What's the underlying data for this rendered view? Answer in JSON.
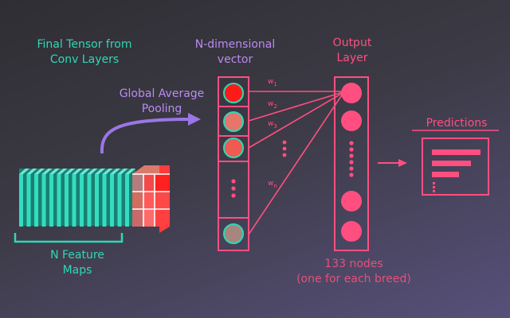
{
  "labels": {
    "tensor_title_line1": "Final Tensor from",
    "tensor_title_line2": "Conv Layers",
    "vector_title_line1": "N-dimensional",
    "vector_title_line2": "vector",
    "output_title_line1": "Output",
    "output_title_line2": "Layer",
    "pooling_line1": "Global Average",
    "pooling_line2": "Pooling",
    "feature_maps_line1": "N Feature",
    "feature_maps_line2": "Maps",
    "nodes_line1": "133 nodes",
    "nodes_line2": "(one for each breed)",
    "predictions": "Predictions"
  },
  "weights": [
    {
      "base": "w",
      "sub": "1"
    },
    {
      "base": "w",
      "sub": "2"
    },
    {
      "base": "w",
      "sub": "3"
    },
    {
      "base": "w",
      "sub": "n"
    }
  ],
  "colors": {
    "teal": "#2ed8b6",
    "purple": "#9a76e6",
    "pink": "#ff4f80",
    "red_node": "#ff1a1a"
  }
}
